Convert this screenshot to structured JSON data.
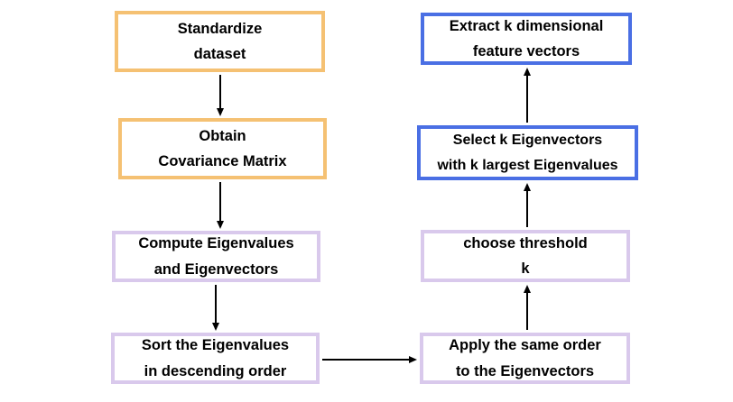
{
  "palette": {
    "orange_border": "#F5C173",
    "purple_border": "#D9C9EC",
    "blue_border": "#4A6FE4",
    "arrow_color": "#000000",
    "text_color": "#000000",
    "background": "#FFFFFF"
  },
  "flowchart": {
    "boxes": [
      {
        "label": "Standardize\ndataset",
        "color": "orange"
      },
      {
        "label": "Obtain\nCovariance Matrix",
        "color": "orange"
      },
      {
        "label": "Compute Eigenvalues\nand Eigenvectors",
        "color": "purple"
      },
      {
        "label": "Sort the Eigenvalues\nin descending order",
        "color": "purple"
      },
      {
        "label": "Apply the same order\nto the Eigenvectors",
        "color": "purple"
      },
      {
        "label": "choose threshold\nk",
        "color": "purple"
      },
      {
        "label": "Select k Eigenvectors\nwith k largest Eigenvalues",
        "color": "blue"
      },
      {
        "label": "Extract k dimensional\nfeature vectors",
        "color": "blue"
      }
    ],
    "connections": [
      {
        "from": "Standardize dataset",
        "to": "Obtain Covariance Matrix",
        "direction": "down"
      },
      {
        "from": "Obtain Covariance Matrix",
        "to": "Compute Eigenvalues and Eigenvectors",
        "direction": "down"
      },
      {
        "from": "Compute Eigenvalues and Eigenvectors",
        "to": "Sort the Eigenvalues in descending order",
        "direction": "down"
      },
      {
        "from": "Sort the Eigenvalues in descending order",
        "to": "Apply the same order to the Eigenvectors",
        "direction": "right"
      },
      {
        "from": "Apply the same order to the Eigenvectors",
        "to": "choose threshold k",
        "direction": "up"
      },
      {
        "from": "choose threshold k",
        "to": "Select k Eigenvectors with k largest Eigenvalues",
        "direction": "up"
      },
      {
        "from": "Select k Eigenvectors with k largest Eigenvalues",
        "to": "Extract k dimensional feature vectors",
        "direction": "up"
      }
    ]
  }
}
